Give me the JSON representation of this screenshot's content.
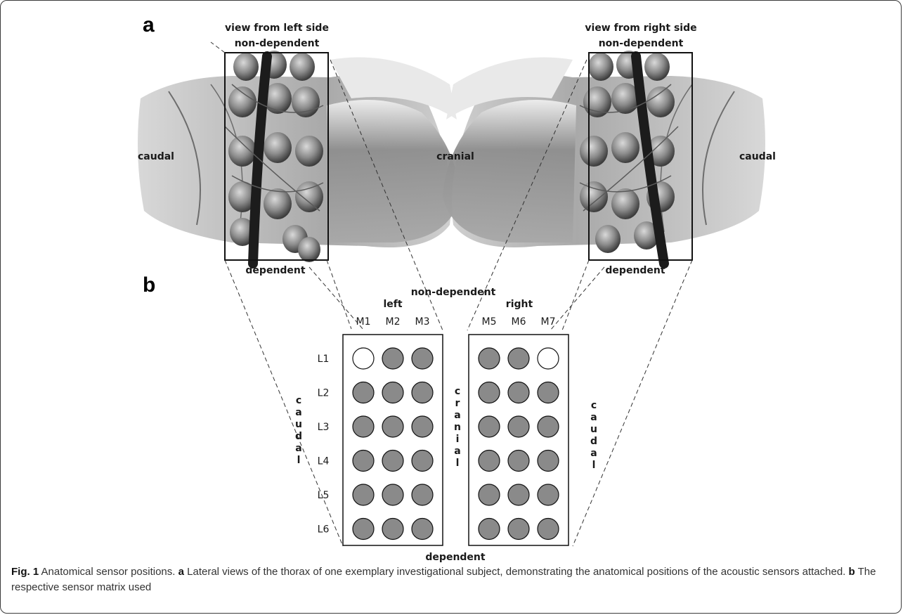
{
  "panel_labels": {
    "a": "a",
    "b": "b"
  },
  "panel_a": {
    "left_view_title": "view from left side",
    "right_view_title": "view from right side",
    "non_dependent": "non-dependent",
    "dependent": "dependent",
    "caudal": "caudal",
    "cranial": "cranial"
  },
  "panel_b": {
    "non_dependent": "non-dependent",
    "dependent": "dependent",
    "left_label": "left",
    "right_label": "right",
    "left_columns": [
      "M1",
      "M2",
      "M3"
    ],
    "right_columns": [
      "M5",
      "M6",
      "M7"
    ],
    "rows": [
      "L1",
      "L2",
      "L3",
      "L4",
      "L5",
      "L6"
    ],
    "side_left_vertical": "caudal",
    "center_vertical": "cranial",
    "side_right_vertical": "caudal",
    "sensor_fill_color": "#8a8a8a",
    "sensor_empty_color": "#ffffff",
    "empty_sensors": [
      {
        "matrix": "left",
        "row": "L1",
        "column": "M1"
      },
      {
        "matrix": "right",
        "row": "L1",
        "column": "M7"
      }
    ]
  },
  "caption": {
    "fig_label": "Fig. 1",
    "title": "Anatomical sensor positions.",
    "a_label": "a",
    "a_text": "Lateral views of the thorax of one exemplary investigational subject, demonstrating the anatomical positions of the acoustic sensors attached.",
    "b_label": "b",
    "b_text": "The respective sensor matrix used"
  }
}
